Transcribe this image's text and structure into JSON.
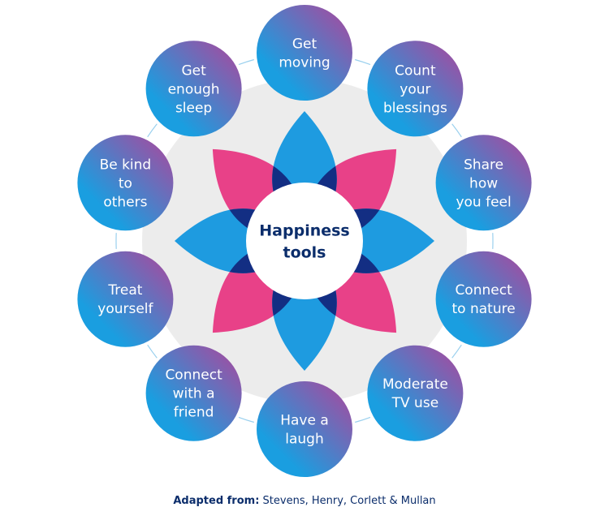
{
  "center": {
    "lines": [
      "Happiness",
      "tools"
    ]
  },
  "tools": [
    {
      "lines": [
        "Get",
        "moving"
      ]
    },
    {
      "lines": [
        "Count",
        "your",
        "blessings"
      ]
    },
    {
      "lines": [
        "Share",
        "how",
        "you feel"
      ]
    },
    {
      "lines": [
        "Connect",
        "to nature"
      ]
    },
    {
      "lines": [
        "Moderate",
        "TV use"
      ]
    },
    {
      "lines": [
        "Have a",
        "laugh"
      ]
    },
    {
      "lines": [
        "Connect",
        "with a",
        "friend"
      ]
    },
    {
      "lines": [
        "Treat",
        "yourself"
      ]
    },
    {
      "lines": [
        "Be kind",
        "to",
        "others"
      ]
    },
    {
      "lines": [
        "Get",
        "enough",
        "sleep"
      ]
    }
  ],
  "caption": {
    "lead": "Adapted from:",
    "text": " Stevens, Henry, Corlett & Mullan"
  },
  "colors": {
    "gradient_start": "#1a9ee0",
    "gradient_end": "#b0449a",
    "petal_blue": "#1e9be0",
    "petal_pink": "#e84188",
    "petal_overlap": "#132e83",
    "backdrop": "#ececec",
    "center_fill": "#ffffff",
    "center_text": "#0b2d6b",
    "connector": "#9ad0ee"
  }
}
